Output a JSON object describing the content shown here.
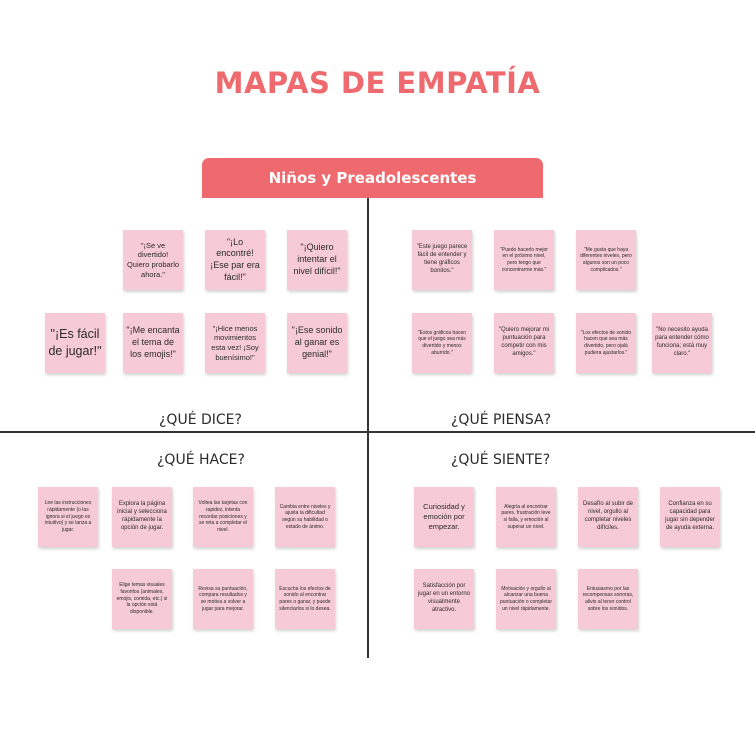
{
  "title": "MAPAS DE EMPATÍA",
  "banner": "Niños y Preadolescentes",
  "quadrants": {
    "dice": {
      "label": "¿QUÉ DICE?",
      "notes": [
        "\"¡Se ve divertido! Quiero probarlo ahora.\"",
        "\"¡Lo encontré! ¡Ese par era fácil!\"",
        "\"¡Quiero intentar el nivel difícil!\"",
        "\"¡Es fácil de jugar!\"",
        "\"¡Me encanta el tema de los emojis!\"",
        "\"¡Hice menos movimientos esta vez! ¡Soy buenísimo!\"",
        "\"¡Ese sonido al ganar es genial!\""
      ]
    },
    "piensa": {
      "label": "¿QUÉ PIENSA?",
      "notes": [
        "\"Este juego parece fácil de entender y tiene gráficos bonitos.\"",
        "\"Puedo hacerlo mejor en el próximo nivel, pero tengo que concentrarme más.\"",
        "\"Me gusta que haya diferentes niveles, pero algunos son un poco complicados.\"",
        "\"Estos gráficos hacen que el juego sea más divertido y menos aburrido.\"",
        "\"Quiero mejorar mi puntuación para competir con mis amigos.\"",
        "\"Los efectos de sonido hacen que sea más divertido, pero ojalá pudiera ajustarlos.\"",
        "\"No necesito ayuda para entender cómo funciona; está muy claro.\""
      ]
    },
    "hace": {
      "label": "¿QUÉ HACE?",
      "notes": [
        "Lee las instrucciones rápidamente (o las ignora si el juego es intuitivo) y se lanza a jugar.",
        "Explora la página inicial y selecciona rápidamente la opción de jugar.",
        "Voltea las tarjetas con rapidez, intenta recordar posiciones y se reta a completar el nivel.",
        "Cambia entre niveles y ajusta la dificultad según su habilidad o estado de ánimo.",
        "Elige temas visuales favoritos (animales, emojis, comida, etc.) si la opción está disponible.",
        "Revisa su puntuación, compara resultados y se motiva a volver a jugar para mejorar.",
        "Escucha los efectos de sonido al encontrar pares o ganar, y puede silenciarlos si lo desea."
      ]
    },
    "siente": {
      "label": "¿QUÉ SIENTE?",
      "notes": [
        "Curiosidad y emoción por empezar.",
        "Alegría al encontrar pares, frustración leve si falla, y emoción al superar un nivel.",
        "Desafío al subir de nivel, orgullo al completar niveles difíciles.",
        "Confianza en su capacidad para jugar sin depender de ayuda externa.",
        "Satisfacción por jugar en un entorno visualmente atractivo.",
        "Motivación y orgullo al alcanzar una buena puntuación o completar un nivel rápidamente.",
        "Entusiasmo por las recompensas sonoras, alivio al tener control sobre los sonidos."
      ]
    }
  }
}
